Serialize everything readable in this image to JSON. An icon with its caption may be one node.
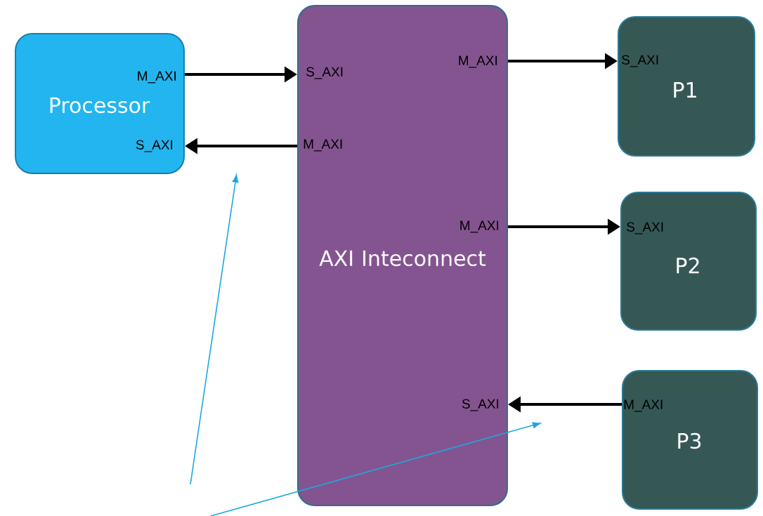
{
  "diagram": {
    "nodes": [
      {
        "text": [
          "M_AXI",
          "Processor",
          "S_AXI"
        ]
      },
      {
        "text": [
          "M_AXI",
          "S_AXI",
          "M_AXI",
          "M_AXI",
          "AXI Inteconnect",
          "S_AXI"
        ]
      },
      {
        "text": [
          "S_AXI",
          "P1"
        ]
      },
      {
        "text": [
          "S_AXI",
          "P2"
        ]
      },
      {
        "text": [
          "M_AXI",
          "P3"
        ]
      }
    ],
    "edges": [
      {
        "from": 0,
        "to": 1,
        "arrow": "to"
      },
      {
        "from": 1,
        "to": 0,
        "arrow": "to"
      },
      {
        "from": 1,
        "to": 2,
        "arrow": "to"
      },
      {
        "from": 1,
        "to": 3,
        "arrow": "to"
      },
      {
        "from": 4,
        "to": 1,
        "arrow": "to"
      }
    ]
  }
}
